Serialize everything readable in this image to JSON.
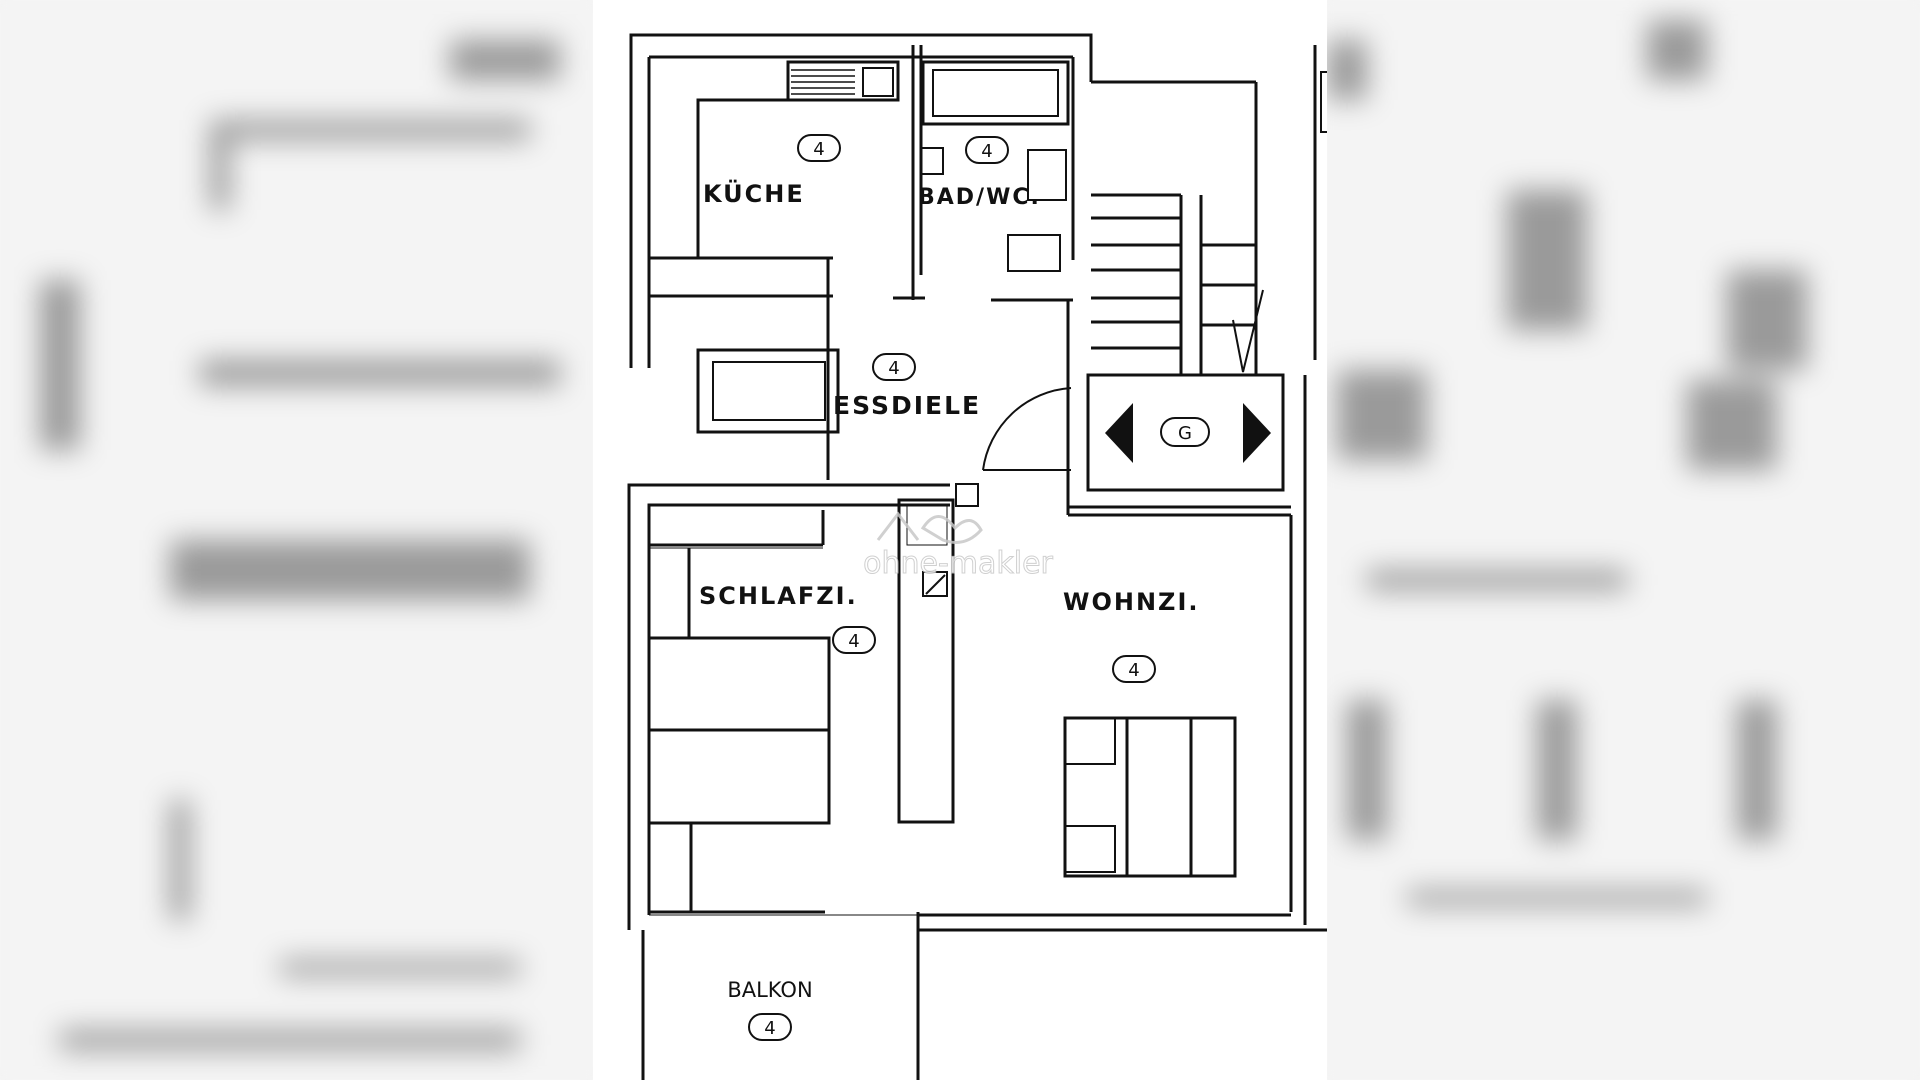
{
  "floorplan": {
    "rooms": {
      "kueche": "KÜCHE",
      "bad": "BAD/WC.",
      "essdiele": "ESSDIELE",
      "schlafzi": "SCHLAFZI.",
      "wohnzi": "WOHNZI.",
      "balkon": "BALKON"
    },
    "room_badges": {
      "kueche": "4",
      "bad": "4",
      "essdiele": "4",
      "schlafzi": "4",
      "wohnzi": "4",
      "balkon": "4"
    },
    "stair_badge": "G"
  },
  "watermark": {
    "text": "ohne-makler"
  },
  "navigation": {
    "prev_icon": "triangle-left-icon",
    "next_icon": "triangle-right-icon"
  },
  "colors": {
    "ink": "#111111",
    "paper": "#ffffff",
    "backdrop": "#f2f2f2"
  }
}
